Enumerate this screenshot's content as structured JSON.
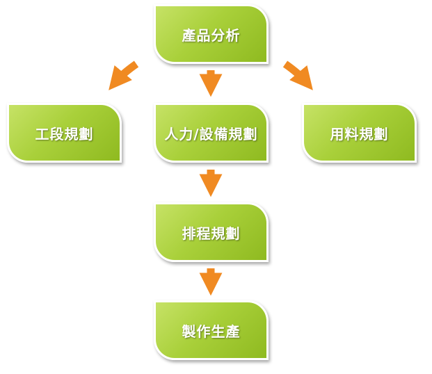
{
  "colors": {
    "box_fill": "#a9d03a",
    "box_border": "#ffffff",
    "arrow": "#f08a22",
    "text": "#ffffff"
  },
  "nodes": {
    "product_analysis": "產品分析",
    "section_planning": "工段規劃",
    "manpower_equipment_planning": "人力/設備規劃",
    "material_planning": "用料規劃",
    "scheduling_planning": "排程規劃",
    "manufacturing_production": "製作生產"
  }
}
